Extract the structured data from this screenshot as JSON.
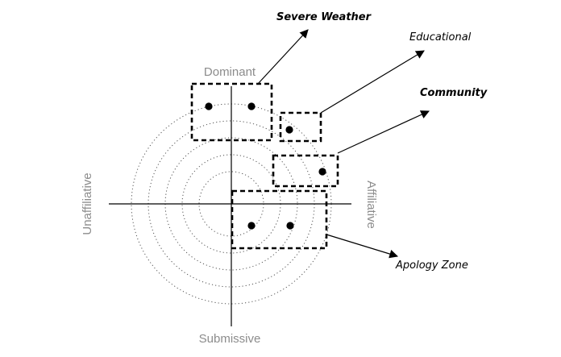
{
  "colors": {
    "axis_label": "#8c8c8c",
    "ink": "#000000",
    "ring": "#555555"
  },
  "axes": {
    "top": "Dominant",
    "bottom": "Submissive",
    "left": "Unaffiliative",
    "right": "Affiliative"
  },
  "callouts": {
    "severe_weather": "Severe Weather",
    "educational": "Educational",
    "community": "Community",
    "apology_zone": "Apology Zone"
  },
  "ring_count": 5
}
